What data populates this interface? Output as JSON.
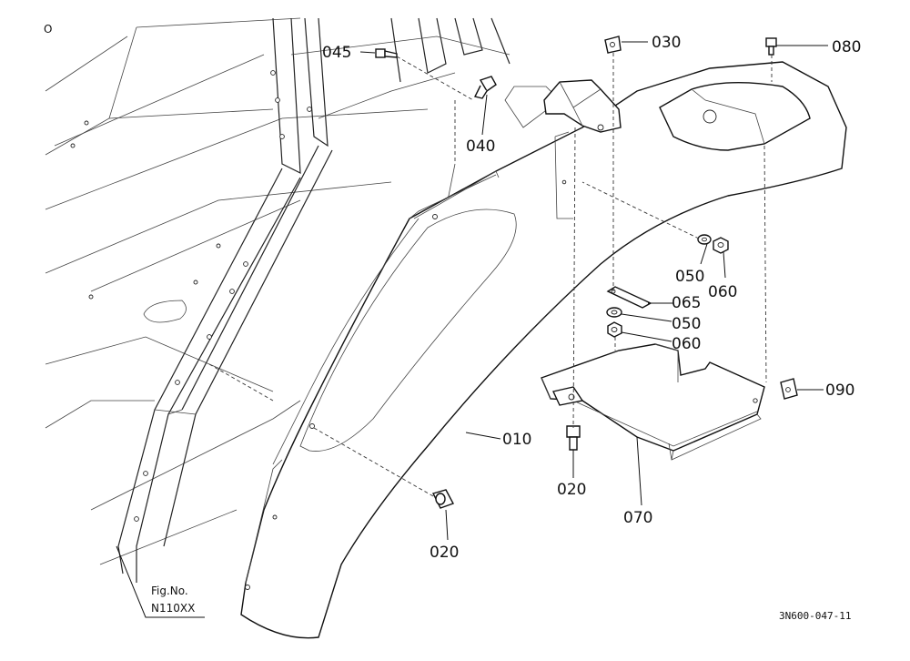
{
  "corner_mark": "O",
  "callouts": [
    {
      "id": "c045",
      "label": "045"
    },
    {
      "id": "c030",
      "label": "030"
    },
    {
      "id": "c080",
      "label": "080"
    },
    {
      "id": "c040",
      "label": "040"
    },
    {
      "id": "c050a",
      "label": "050"
    },
    {
      "id": "c060a",
      "label": "060"
    },
    {
      "id": "c065",
      "label": "065"
    },
    {
      "id": "c050b",
      "label": "050"
    },
    {
      "id": "c060b",
      "label": "060"
    },
    {
      "id": "c090",
      "label": "090"
    },
    {
      "id": "c010",
      "label": "010"
    },
    {
      "id": "c020a",
      "label": "020"
    },
    {
      "id": "c070",
      "label": "070"
    },
    {
      "id": "c020b",
      "label": "020"
    }
  ],
  "fig": {
    "label": "Fig.No.",
    "number": "N110XX"
  },
  "drawing_number": "3N600-047-11"
}
